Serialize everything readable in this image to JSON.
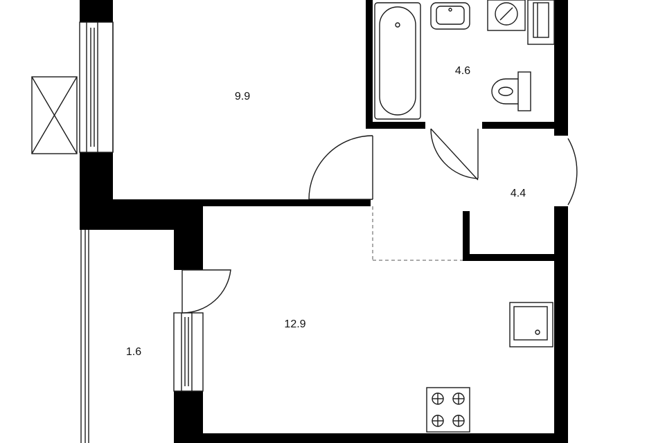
{
  "plan": {
    "rooms": [
      {
        "id": "bedroom",
        "area": "9.9"
      },
      {
        "id": "bathroom",
        "area": "4.6"
      },
      {
        "id": "hallway",
        "area": "4.4"
      },
      {
        "id": "kitchen-living",
        "area": "12.9"
      },
      {
        "id": "balcony",
        "area": "1.6"
      }
    ],
    "colors": {
      "wall": "#000000",
      "line": "#1a1a1a",
      "background": "#ffffff"
    }
  }
}
